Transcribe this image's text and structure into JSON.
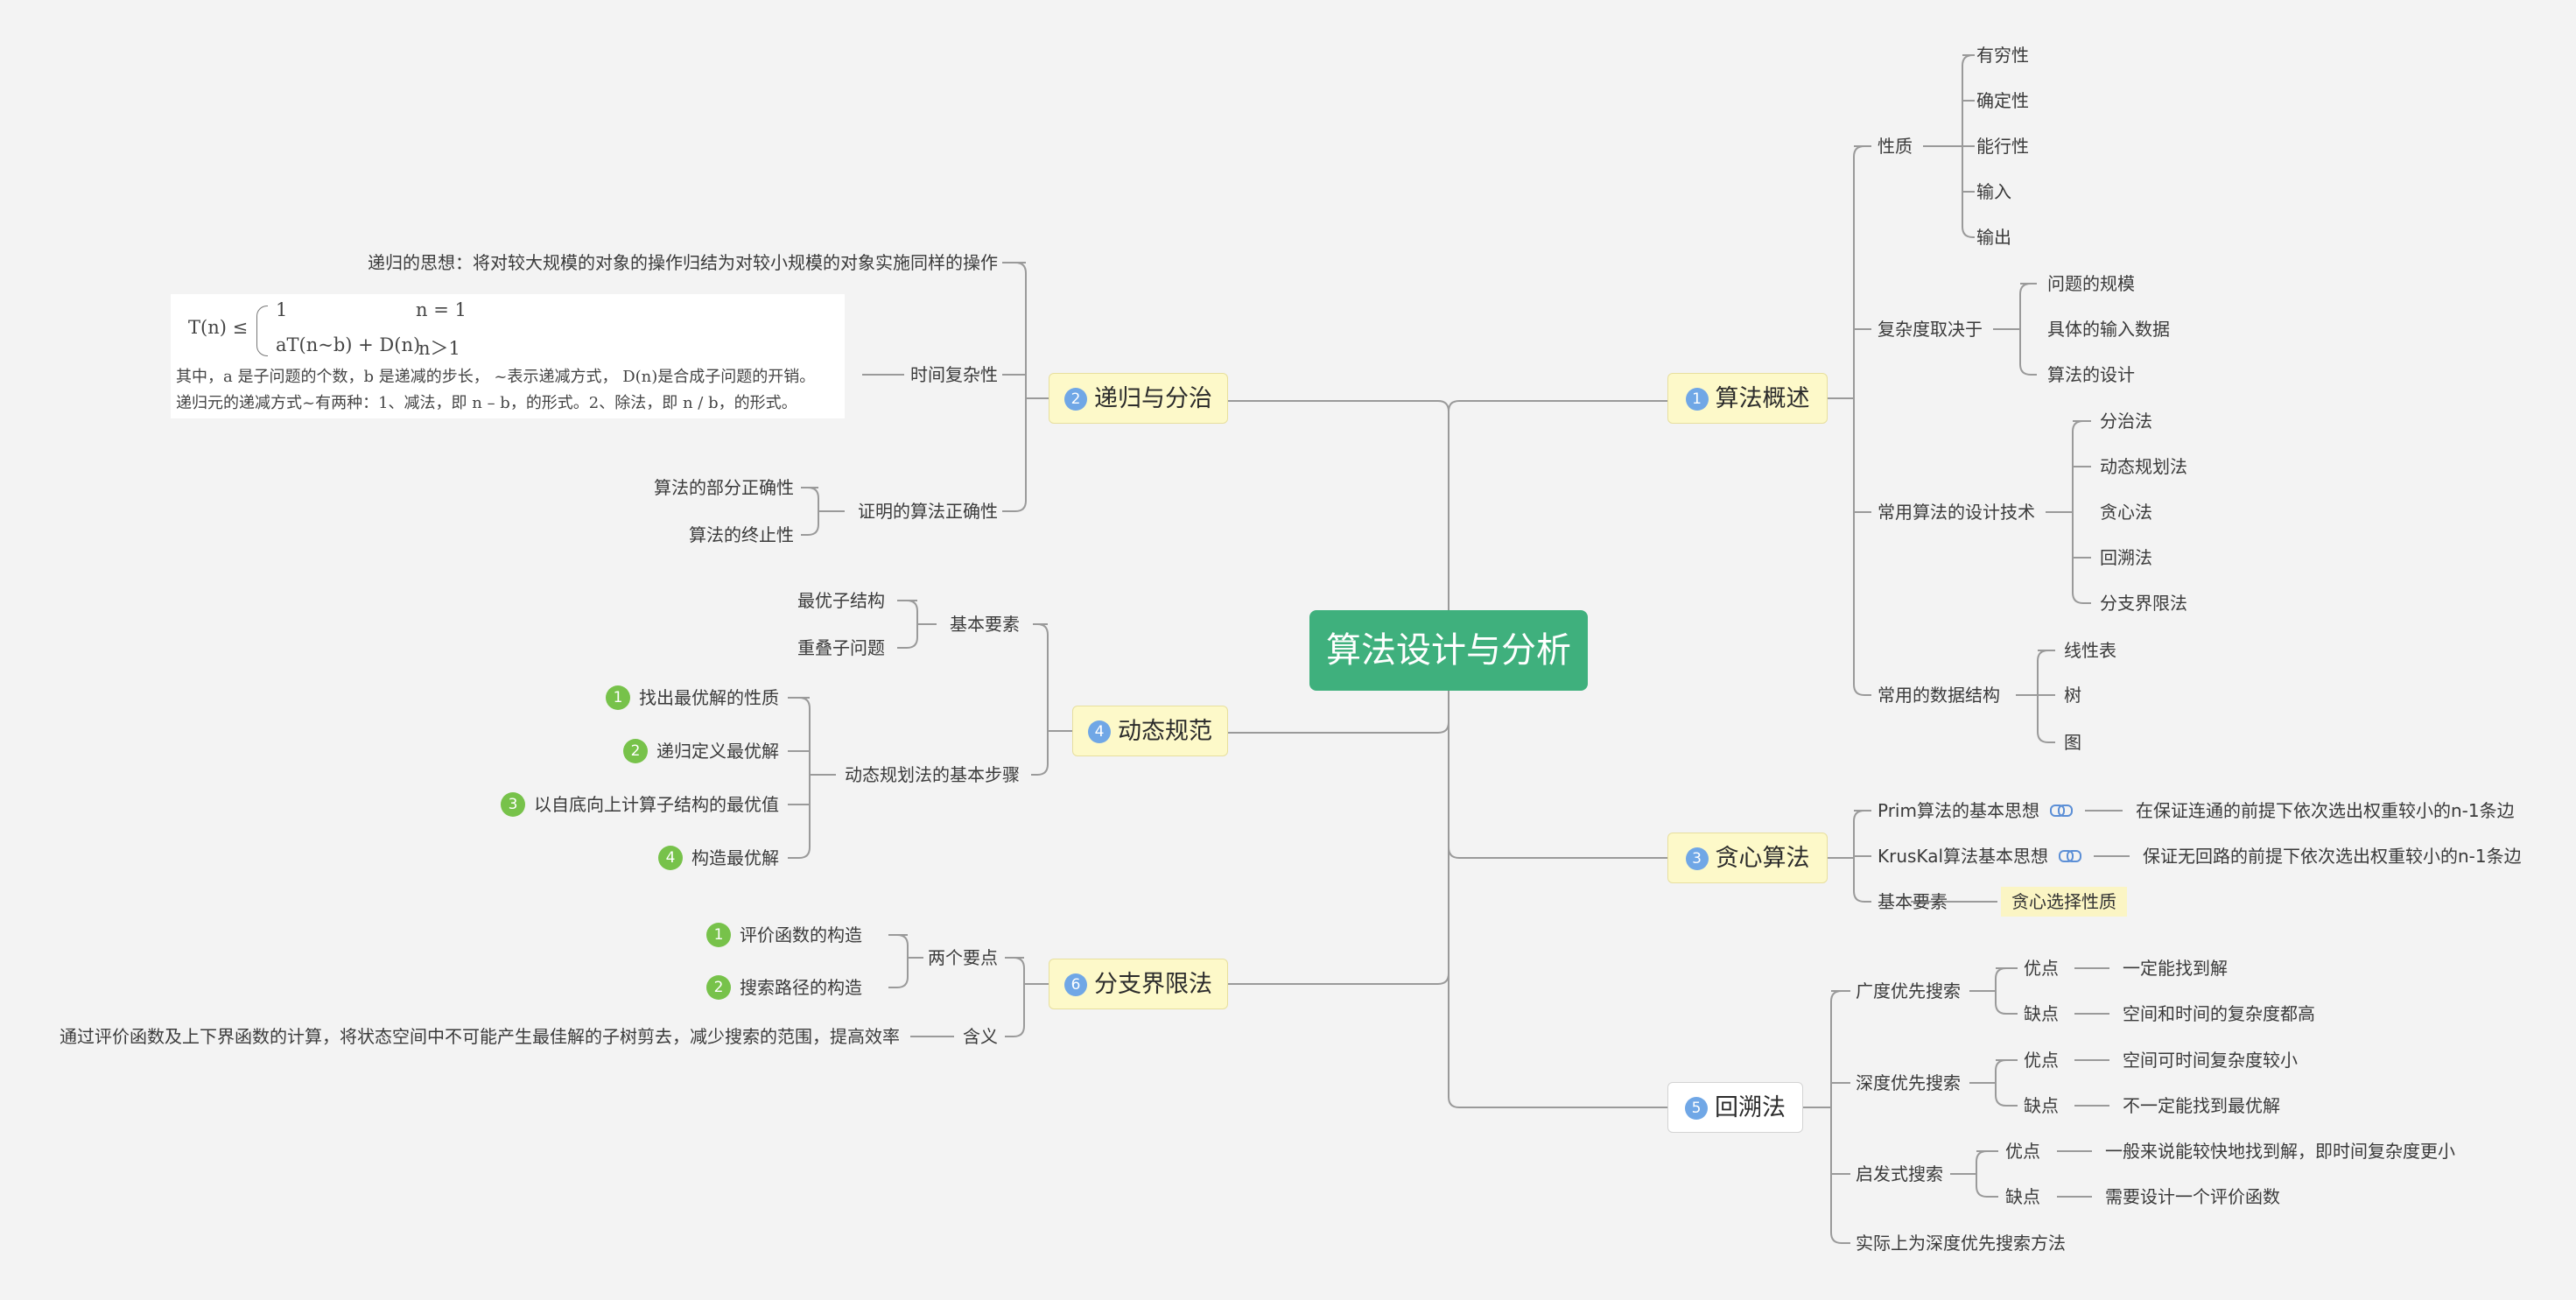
{
  "root": "算法设计与分析",
  "topics": {
    "t1": {
      "num": "1",
      "label": "算法概述"
    },
    "t2": {
      "num": "2",
      "label": "递归与分治"
    },
    "t3": {
      "num": "3",
      "label": "贪心算法"
    },
    "t4": {
      "num": "4",
      "label": "动态规范"
    },
    "t5": {
      "num": "5",
      "label": "回溯法"
    },
    "t6": {
      "num": "6",
      "label": "分支界限法"
    }
  },
  "overview": {
    "properties": {
      "label": "性质",
      "items": [
        "有穷性",
        "确定性",
        "能行性",
        "输入",
        "输出"
      ]
    },
    "complexity": {
      "label": "复杂度取决于",
      "items": [
        "问题的规模",
        "具体的输入数据",
        "算法的设计"
      ]
    },
    "techniques": {
      "label": "常用算法的设计技术",
      "items": [
        "分治法",
        "动态规划法",
        "贪心法",
        "回溯法",
        "分支界限法"
      ]
    },
    "structures": {
      "label": "常用的数据结构",
      "items": [
        "线性表",
        "树",
        "图"
      ]
    }
  },
  "greedy": {
    "prim": {
      "label": "Prim算法的基本思想",
      "detail": "在保证连通的前提下依次选出权重较小的n-1条边"
    },
    "kruskal": {
      "label": "KrusKal算法基本思想",
      "detail": "保证无回路的前提下依次选出权重较小的n-1条边"
    },
    "elements": {
      "label": "基本要素",
      "detail": "贪心选择性质"
    }
  },
  "backtrack": {
    "bfs": {
      "label": "广度优先搜索",
      "pro_label": "优点",
      "pro": "一定能找到解",
      "con_label": "缺点",
      "con": "空间和时间的复杂度都高"
    },
    "dfs": {
      "label": "深度优先搜索",
      "pro_label": "优点",
      "pro": "空间可时间复杂度较小",
      "con_label": "缺点",
      "con": "不一定能找到最优解"
    },
    "heuristic": {
      "label": "启发式搜索",
      "pro_label": "优点",
      "pro": "一般来说能较快地找到解，即时间复杂度更小",
      "con_label": "缺点",
      "con": "需要设计一个评价函数"
    },
    "note": "实际上为深度优先搜索方法"
  },
  "recursion": {
    "idea": "递归的思想：将对较大规模的对象的操作归结为对较小规模的对象实施同样的操作",
    "time_label": "时间复杂性",
    "formula": {
      "lhs": "T(n) ≤",
      "case1_value": "1",
      "case1_cond": "n = 1",
      "case2_value": "aT(n~b) + D(n)",
      "case2_cond": "n＞1",
      "note1": "其中，a 是子问题的个数，b 是递减的步长，  ~表示递减方式，  D(n)是合成子问题的开销。",
      "note2": "递归元的递减方式~有两种：1、减法，即 n – b，的形式。2、除法，即 n / b，的形式。"
    },
    "proof_label": "证明的算法正确性",
    "proof_items": [
      "算法的部分正确性",
      "算法的终止性"
    ]
  },
  "dp": {
    "elements_label": "基本要素",
    "elements": [
      "最优子结构",
      "重叠子问题"
    ],
    "steps_label": "动态规划法的基本步骤",
    "steps": [
      {
        "num": "1",
        "text": "找出最优解的性质"
      },
      {
        "num": "2",
        "text": "递归定义最优解"
      },
      {
        "num": "3",
        "text": "以自底向上计算子结构的最优值"
      },
      {
        "num": "4",
        "text": "构造最优解"
      }
    ]
  },
  "bb": {
    "points_label": "两个要点",
    "points": [
      {
        "num": "1",
        "text": "评价函数的构造"
      },
      {
        "num": "2",
        "text": "搜索路径的构造"
      }
    ],
    "meaning_label": "含义",
    "meaning": "通过评价函数及上下界函数的计算，将状态空间中不可能产生最佳解的子树剪去，减少搜索的范围，提高效率"
  }
}
